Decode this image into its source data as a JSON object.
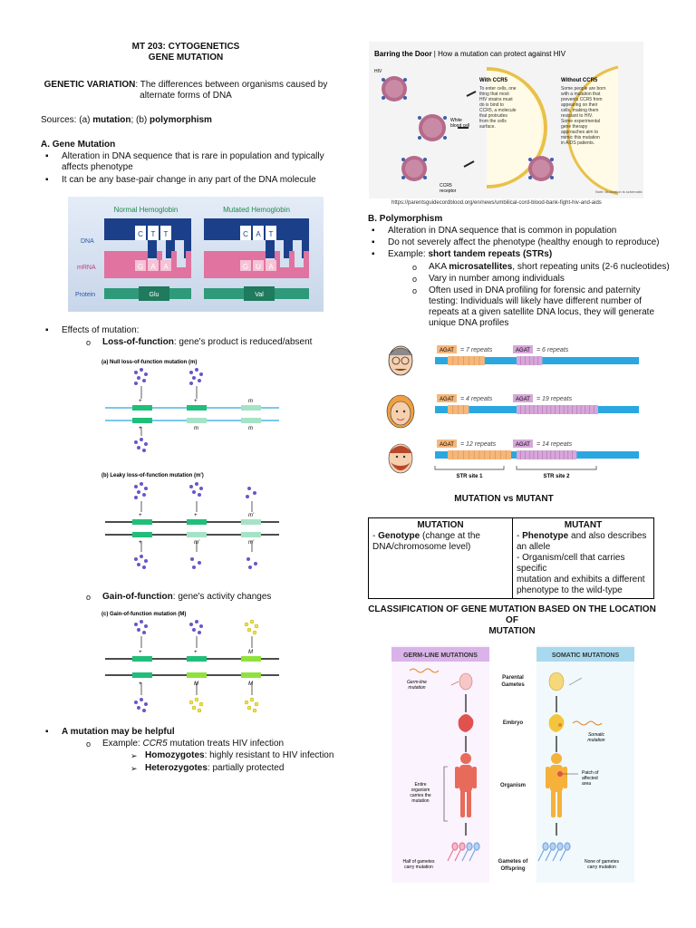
{
  "header": {
    "line1": "MT 203: CYTOGENETICS",
    "line2": "GENE MUTATION"
  },
  "genetic_variation": {
    "term": "GENETIC VARIATION",
    "def_a": ": The differences between organisms caused by",
    "def_b": "alternate forms of DNA"
  },
  "sources": {
    "prefix": "Sources: (a) ",
    "a": "mutation",
    "mid": "; (b) ",
    "b": "polymorphism"
  },
  "gene_mutation": {
    "heading": "A. Gene Mutation",
    "b1a": "Alteration in DNA sequence that is rare in population and typically",
    "b1b": "affects phenotype",
    "b2": "It can be any base-pair change in any part of the DNA molecule"
  },
  "hemoglobin_fig": {
    "normal": "Normal Hemoglobin",
    "mutated": "Mutated Hemoglobin",
    "dna": "DNA",
    "mrna": "mRNA",
    "protein": "Protein",
    "normal_dna": [
      "C",
      "T",
      "T"
    ],
    "normal_mrna": [
      "G",
      "A",
      "A"
    ],
    "mutated_dna": [
      "C",
      "A",
      "T"
    ],
    "mutated_mrna": [
      "G",
      "U",
      "A"
    ],
    "glu": "Glu",
    "val": "Val"
  },
  "effects": {
    "heading": "Effects of mutation:",
    "lof_term": "Loss-of-function",
    "lof_def": ": gene's product is reduced/absent",
    "gof_term": "Gain-of-function",
    "gof_def": ": gene's activity changes"
  },
  "lof_fig": {
    "a_title": "(a) Null loss-of-function mutation (m)",
    "b_title": "(b) Leaky loss-of-function mutation (m')",
    "c_title": "(c) Gain-of-function mutation (M)",
    "plus": "+",
    "m": "m",
    "ml": "m'",
    "M": "M"
  },
  "helpful": {
    "heading": "A mutation may be helpful",
    "example_prefix": "Example: ",
    "example_gene": "CCR5",
    "example_rest": " mutation treats HIV infection",
    "homo_term": "Homozygotes",
    "homo_def": ": highly resistant to HIV infection",
    "hetero_term": "Heterozygotes",
    "hetero_def": ": partially protected"
  },
  "hiv_fig": {
    "title_bold": "Barring the Door",
    "title_rest": " | How a mutation can protect against HIV",
    "hiv": "HIV",
    "with": "With CCR5",
    "with_text": [
      "To enter cells, one",
      "thing that most",
      "HIV strains must",
      "do is bind to",
      "CCR5, a molecule",
      "that protrudes",
      "from the cells",
      "surface."
    ],
    "wbc": [
      "White",
      "blood cell"
    ],
    "receptor": [
      "CCR5",
      "receptor"
    ],
    "without": "Without CCR5",
    "without_text": [
      "Some people are born",
      "with a mutation that",
      "prevents CCR5 from",
      "appearing on their",
      "cells, making them",
      "resistant to HIV.",
      "Some experimental",
      "gene therapy",
      "approaches aim to",
      "mimic this mutation",
      "in AIDS patients."
    ],
    "note": "Note: illustration is schematic",
    "url": "https://parentsguidecordblood.org/en/news/umbilical-cord-blood-bank-fight-hiv-and-aids"
  },
  "polymorphism": {
    "heading": "B. Polymorphism",
    "b1": "Alteration in DNA sequence that is common in population",
    "b2": "Do not severely affect the phenotype (healthy enough to reproduce)",
    "b3_prefix": "Example: ",
    "b3_term": "short tandem repeats (STRs)",
    "s1_prefix": "AKA ",
    "s1_term": "microsatellites",
    "s1_rest": ", short repeating units (2-6 nucleotides)",
    "s2": "Vary in number among individuals",
    "s3a": "Often used in DNA profiling for forensic and paternity",
    "s3b": "testing: Individuals will likely have different number of",
    "s3c": "repeats at a given satellite DNA locus, they will generate",
    "s3d": "unique DNA profiles"
  },
  "str_fig": {
    "agat": "AGAT",
    "rows": [
      {
        "r1": "= 7 repeats",
        "r2": "= 6 repeats",
        "n1": 7,
        "n2": 6
      },
      {
        "r1": "= 4 repeats",
        "r2": "= 19 repeats",
        "n1": 4,
        "n2": 19
      },
      {
        "r1": "= 12 repeats",
        "r2": "= 14 repeats",
        "n1": 12,
        "n2": 14
      }
    ],
    "site1": "STR site 1",
    "site2": "STR site 2",
    "bar_color": "#2aa7e0",
    "site1_color": "#f6b77b",
    "site2_color": "#d6a7d8"
  },
  "mvm": {
    "title": "MUTATION vs MUTANT",
    "h1": "MUTATION",
    "h2": "MUTANT",
    "c1_term": "Genotype",
    "c1_rest": " (change at the",
    "c1_b": "DNA/chromosome level)",
    "c2_term": "Phenotype",
    "c2_rest": " and also describes",
    "c2_b": "an allele",
    "c2_c": "- Organism/cell that carries specific",
    "c2_d": "mutation and exhibits a different",
    "c2_e": "phenotype to the wild-type"
  },
  "classification": {
    "title_a": "CLASSIFICATION OF GENE MUTATION BASED ON THE LOCATION OF",
    "title_b": "MUTATION"
  },
  "germ_fig": {
    "germ_title": "GERM-LINE MUTATIONS",
    "somatic_title": "SOMATIC MUTATIONS",
    "parental": [
      "Parental",
      "Gametes"
    ],
    "embryo": "Embryo",
    "organism": "Organism",
    "gametes": [
      "Gametes of",
      "Offspring"
    ],
    "germline_mut": [
      "Germ-line",
      "mutation"
    ],
    "somatic_mut": [
      "Somatic",
      "mutation"
    ],
    "entire": [
      "Entire",
      "organism",
      "carries the",
      "mutation"
    ],
    "patch": [
      "Patch of",
      "affected",
      "area"
    ],
    "half": [
      "Half of gametes",
      "carry mutation"
    ],
    "none": [
      "None of gametes",
      "carry mutation"
    ],
    "germ_color": "#d9b3ea",
    "somatic_color": "#a9d9ee"
  }
}
